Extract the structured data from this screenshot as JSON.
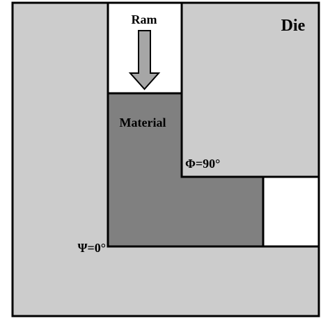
{
  "labels": {
    "die": "Die",
    "ram": "Ram",
    "material": "Material",
    "phi": "Φ=90°",
    "psi": "Ψ=0°"
  },
  "colors": {
    "die": "#cccccc",
    "material": "#808080",
    "channel": "#ffffff",
    "arrow": "#a6a6a6",
    "outline": "#000000"
  },
  "icons": {
    "ram_arrow": "down-arrow-icon"
  }
}
